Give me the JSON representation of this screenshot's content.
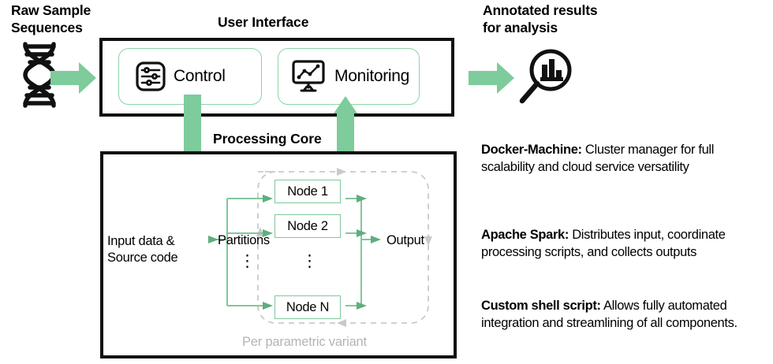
{
  "colors": {
    "green_fill": "#7ecb9b",
    "green_stroke": "#8ed3a6",
    "node_stroke": "#7ec89b",
    "black": "#111111",
    "dashed_gray": "#c9c9c9",
    "loop_label_gray": "#b4b4b4"
  },
  "left": {
    "raw_label_line1": "Raw Sample",
    "raw_label_line2": "Sequences",
    "dna_icon": "dna-helix-icon",
    "input_arrow": "green-right-arrow"
  },
  "user_interface": {
    "title": "User Interface",
    "cards": [
      {
        "label": "Control",
        "icon": "sliders-icon"
      },
      {
        "label": "Monitoring",
        "icon": "monitor-chart-icon"
      }
    ]
  },
  "processing_core": {
    "title": "Processing Core",
    "down_arrow": "green-down-arrow",
    "up_arrow": "green-up-arrow",
    "input_label_line1": "Input data &",
    "input_label_line2": "Source code",
    "partitions_label": "Partitions",
    "output_label": "Output",
    "nodes": [
      "Node 1",
      "Node 2",
      "Node N"
    ],
    "vertical_dots": "⋮",
    "loop_label": "Per parametric variant"
  },
  "right": {
    "annotated_label_line1": "Annotated results",
    "annotated_label_line2": "for analysis",
    "magnifier_icon": "magnifier-bar-chart-icon",
    "output_arrow": "green-right-arrow",
    "paragraphs": [
      {
        "term": "Docker-Machine:",
        "text": " Cluster manager for full scalability and cloud service versatility"
      },
      {
        "term": "Apache Spark:",
        "text": " Distributes input, coordinate processing scripts, and collects outputs"
      },
      {
        "term": "Custom shell script:",
        "text": " Allows fully automated integration and streamlining of all components."
      }
    ]
  }
}
